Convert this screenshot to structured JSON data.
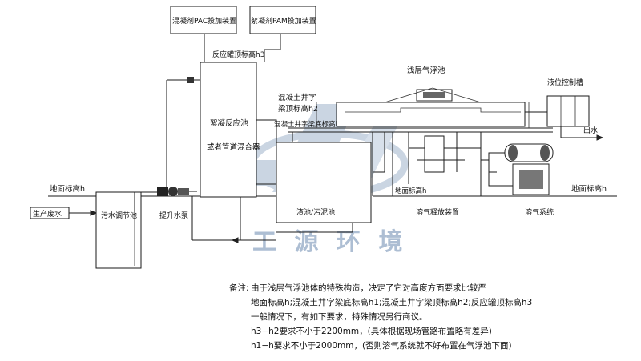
{
  "labels": {
    "pac_dosing": "混凝剂PAC投加装置",
    "pam_dosing": "絮凝剂PAM投加装置",
    "reactor_top_h3": "反应罐顶标高h3",
    "flocculation_tank_line1": "絮凝反应池",
    "flocculation_tank_line2": "或者管道混合器",
    "concrete_beam_top_line1": "混凝土井字",
    "concrete_beam_top_line2": "梁顶标高h2",
    "concrete_beam_bottom": "混凝土井字梁底标高h1",
    "shallow_daf": "浅层气浮池",
    "level_control_tank": "液位控制槽",
    "water_out": "出水",
    "ground_level_left": "地面标高h",
    "ground_level_right": "地面标高h",
    "ground_level_mid": "地面标高h",
    "production_wastewater": "生产废水",
    "equalization_tank": "污水调节池",
    "lift_pump": "提升水泵",
    "sludge_tank": "渣池/污泥池",
    "dissolved_air_release": "溶气释放装置",
    "dissolved_air_system": "溶气系统",
    "watermark": "工 源 环 境"
  },
  "notes": {
    "heading": "备注:",
    "lines": [
      "由于浅层气浮池体的特殊构造，决定了它对高度方面要求比较严",
      "地面标高h;混凝土井字梁底标高h1;混凝土井字梁顶标高h2;反应罐顶标高h3",
      "一般情况下，有如下要求，特殊情况另行商议。",
      "h3−h2要求不小于2200mm，(具体根据现场管路布置略有差异)",
      "h1−h要求不小于2000mm，(否则溶气系统就不好布置在气浮池下面)"
    ]
  },
  "colors": {
    "watermark": "#9fb3cc",
    "line": "#1a1a1a",
    "pipe_fill": "#444444"
  }
}
